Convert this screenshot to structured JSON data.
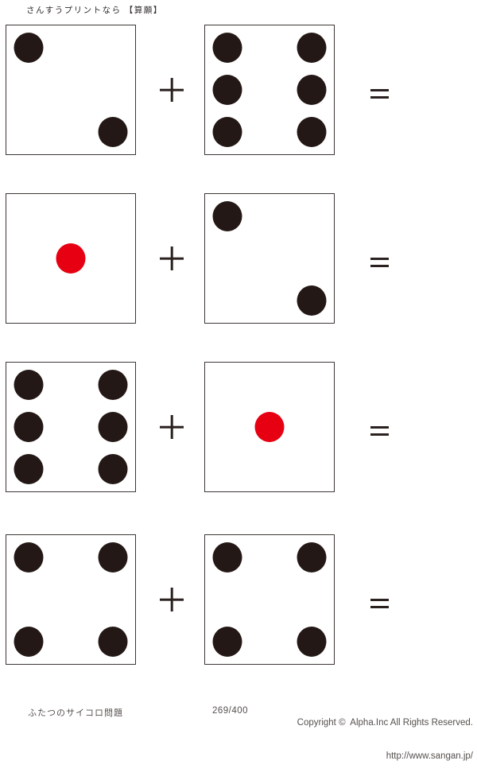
{
  "page": {
    "header_title": "さんすうプリントなら 【算願】"
  },
  "colors": {
    "pip_black": "#231815",
    "pip_red": "#e60012",
    "die_border": "#3d3735",
    "operator": "#2b2220",
    "header_text": "#2e2a28",
    "footer_text": "#55504d"
  },
  "problems": [
    {
      "left_die": {
        "value": 2,
        "pip_color": "black"
      },
      "operator": "+",
      "right_die": {
        "value": 6,
        "pip_color": "black"
      },
      "equals": "="
    },
    {
      "left_die": {
        "value": 1,
        "pip_color": "red"
      },
      "operator": "+",
      "right_die": {
        "value": 2,
        "pip_color": "black"
      },
      "equals": "="
    },
    {
      "left_die": {
        "value": 6,
        "pip_color": "black"
      },
      "operator": "+",
      "right_die": {
        "value": 1,
        "pip_color": "red"
      },
      "equals": "="
    },
    {
      "left_die": {
        "value": 4,
        "pip_color": "black"
      },
      "operator": "+",
      "right_die": {
        "value": 4,
        "pip_color": "black"
      },
      "equals": "="
    }
  ],
  "footer": {
    "worksheet_title": "ふたつのサイコロ問題",
    "page_number": "269/400",
    "copyright": "Copyright ©  Alpha.Inc All Rights Reserved.",
    "url": "http://www.sangan.jp/"
  }
}
